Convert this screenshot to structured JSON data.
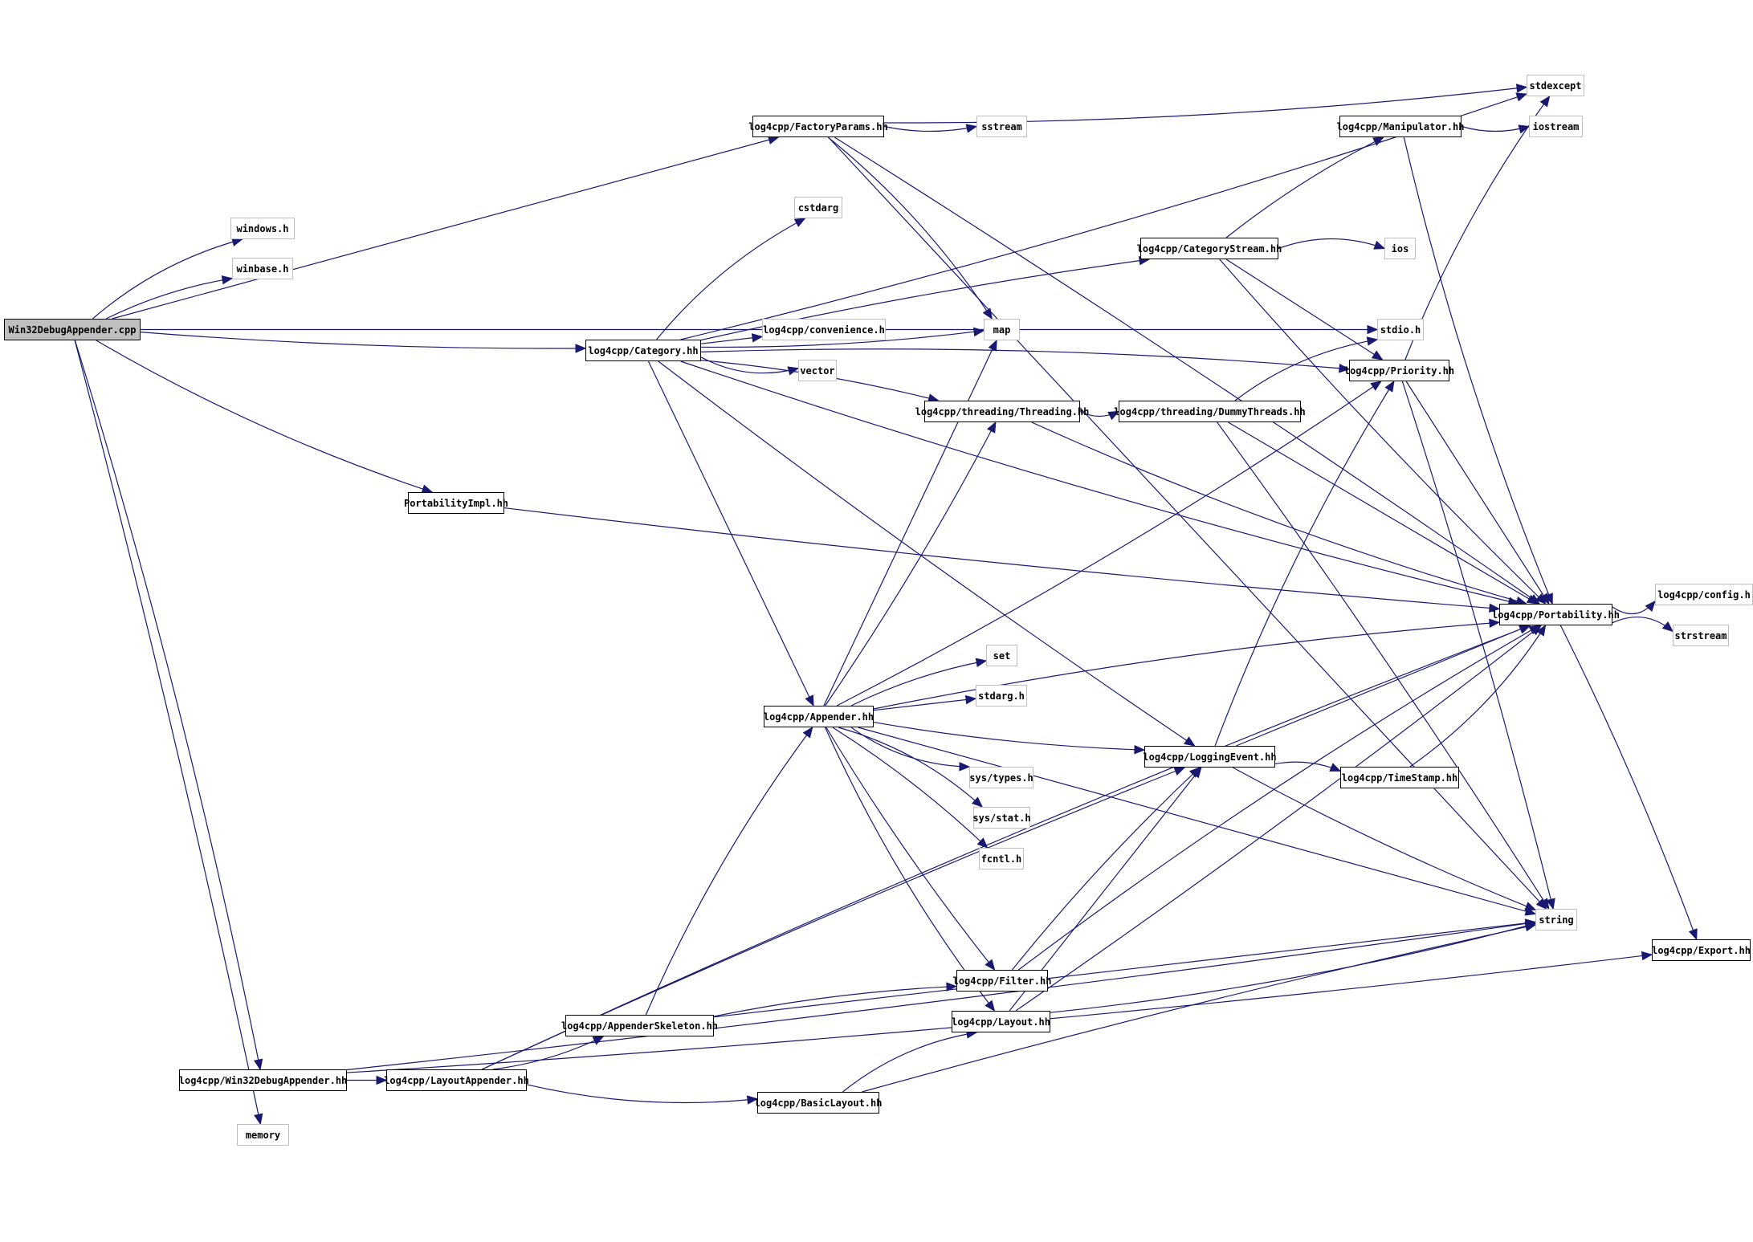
{
  "graph": {
    "title": "Include dependency graph for Win32DebugAppender.cpp",
    "colors": {
      "edge": "#191970",
      "root_fill": "#bfbfbf",
      "system_border": "#bfbfbf",
      "local_border": "#000000"
    },
    "nodes": [
      {
        "id": "root",
        "label": "Win32DebugAppender.cpp",
        "kind": "root"
      },
      {
        "id": "windows",
        "label": "windows.h",
        "kind": "system"
      },
      {
        "id": "winbase",
        "label": "winbase.h",
        "kind": "system"
      },
      {
        "id": "factoryparams",
        "label": "log4cpp/FactoryParams.hh",
        "kind": "local"
      },
      {
        "id": "sstream",
        "label": "sstream",
        "kind": "system"
      },
      {
        "id": "stdexcept",
        "label": "stdexcept",
        "kind": "system"
      },
      {
        "id": "manipulator",
        "label": "log4cpp/Manipulator.hh",
        "kind": "local"
      },
      {
        "id": "iostream",
        "label": "iostream",
        "kind": "system"
      },
      {
        "id": "cstdarg",
        "label": "cstdarg",
        "kind": "system"
      },
      {
        "id": "categorystream",
        "label": "log4cpp/CategoryStream.hh",
        "kind": "local"
      },
      {
        "id": "ios",
        "label": "ios",
        "kind": "system"
      },
      {
        "id": "category",
        "label": "log4cpp/Category.hh",
        "kind": "local"
      },
      {
        "id": "convenience",
        "label": "log4cpp/convenience.h",
        "kind": "system"
      },
      {
        "id": "map",
        "label": "map",
        "kind": "system"
      },
      {
        "id": "stdio",
        "label": "stdio.h",
        "kind": "system"
      },
      {
        "id": "vector",
        "label": "vector",
        "kind": "system"
      },
      {
        "id": "priority",
        "label": "log4cpp/Priority.hh",
        "kind": "local"
      },
      {
        "id": "threading",
        "label": "log4cpp/threading/Threading.hh",
        "kind": "local"
      },
      {
        "id": "dummythreads",
        "label": "log4cpp/threading/DummyThreads.hh",
        "kind": "local"
      },
      {
        "id": "portabilityimpl",
        "label": "PortabilityImpl.hh",
        "kind": "local"
      },
      {
        "id": "portability",
        "label": "log4cpp/Portability.hh",
        "kind": "local"
      },
      {
        "id": "config",
        "label": "log4cpp/config.h",
        "kind": "system"
      },
      {
        "id": "strstream",
        "label": "strstream",
        "kind": "system"
      },
      {
        "id": "set",
        "label": "set",
        "kind": "system"
      },
      {
        "id": "stdarg",
        "label": "stdarg.h",
        "kind": "system"
      },
      {
        "id": "appender",
        "label": "log4cpp/Appender.hh",
        "kind": "local"
      },
      {
        "id": "loggingevent",
        "label": "log4cpp/LoggingEvent.hh",
        "kind": "local"
      },
      {
        "id": "timestamp",
        "label": "log4cpp/TimeStamp.hh",
        "kind": "local"
      },
      {
        "id": "systypes",
        "label": "sys/types.h",
        "kind": "system"
      },
      {
        "id": "sysstat",
        "label": "sys/stat.h",
        "kind": "system"
      },
      {
        "id": "fcntl",
        "label": "fcntl.h",
        "kind": "system"
      },
      {
        "id": "string",
        "label": "string",
        "kind": "system"
      },
      {
        "id": "export",
        "label": "log4cpp/Export.hh",
        "kind": "local"
      },
      {
        "id": "filter",
        "label": "log4cpp/Filter.hh",
        "kind": "local"
      },
      {
        "id": "appenderskeleton",
        "label": "log4cpp/AppenderSkeleton.hh",
        "kind": "local"
      },
      {
        "id": "layout",
        "label": "log4cpp/Layout.hh",
        "kind": "local"
      },
      {
        "id": "win32debugappender",
        "label": "log4cpp/Win32DebugAppender.hh",
        "kind": "local"
      },
      {
        "id": "layoutappender",
        "label": "log4cpp/LayoutAppender.hh",
        "kind": "local"
      },
      {
        "id": "basiclayout",
        "label": "log4cpp/BasicLayout.hh",
        "kind": "local"
      },
      {
        "id": "memory",
        "label": "memory",
        "kind": "system"
      }
    ],
    "edges": [
      [
        "root",
        "windows"
      ],
      [
        "root",
        "winbase"
      ],
      [
        "root",
        "factoryparams"
      ],
      [
        "root",
        "category"
      ],
      [
        "root",
        "portabilityimpl"
      ],
      [
        "root",
        "win32debugappender"
      ],
      [
        "root",
        "memory"
      ],
      [
        "root",
        "stdio"
      ],
      [
        "factoryparams",
        "sstream"
      ],
      [
        "factoryparams",
        "stdexcept"
      ],
      [
        "factoryparams",
        "map"
      ],
      [
        "factoryparams",
        "portability"
      ],
      [
        "factoryparams",
        "string"
      ],
      [
        "manipulator",
        "iostream"
      ],
      [
        "manipulator",
        "portability"
      ],
      [
        "categorystream",
        "ios"
      ],
      [
        "categorystream",
        "manipulator"
      ],
      [
        "categorystream",
        "priority"
      ],
      [
        "categorystream",
        "portability"
      ],
      [
        "category",
        "stdexcept"
      ],
      [
        "category",
        "cstdarg"
      ],
      [
        "category",
        "categorystream"
      ],
      [
        "category",
        "convenience"
      ],
      [
        "category",
        "map"
      ],
      [
        "category",
        "vector"
      ],
      [
        "category",
        "priority"
      ],
      [
        "category",
        "threading"
      ],
      [
        "category",
        "appender"
      ],
      [
        "category",
        "loggingevent"
      ],
      [
        "category",
        "portability"
      ],
      [
        "priority",
        "stdexcept"
      ],
      [
        "priority",
        "string"
      ],
      [
        "priority",
        "portability"
      ],
      [
        "threading",
        "dummythreads"
      ],
      [
        "threading",
        "portability"
      ],
      [
        "dummythreads",
        "stdio"
      ],
      [
        "dummythreads",
        "string"
      ],
      [
        "dummythreads",
        "portability"
      ],
      [
        "portabilityimpl",
        "portability"
      ],
      [
        "portability",
        "config"
      ],
      [
        "portability",
        "strstream"
      ],
      [
        "portability",
        "export"
      ],
      [
        "appender",
        "map"
      ],
      [
        "appender",
        "threading"
      ],
      [
        "appender",
        "priority"
      ],
      [
        "appender",
        "portability"
      ],
      [
        "appender",
        "set"
      ],
      [
        "appender",
        "stdarg"
      ],
      [
        "appender",
        "loggingevent"
      ],
      [
        "appender",
        "systypes"
      ],
      [
        "appender",
        "sysstat"
      ],
      [
        "appender",
        "fcntl"
      ],
      [
        "appender",
        "string"
      ],
      [
        "appender",
        "filter"
      ],
      [
        "appender",
        "layout"
      ],
      [
        "loggingevent",
        "priority"
      ],
      [
        "loggingevent",
        "timestamp"
      ],
      [
        "loggingevent",
        "portability"
      ],
      [
        "loggingevent",
        "string"
      ],
      [
        "timestamp",
        "portability"
      ],
      [
        "filter",
        "portability"
      ],
      [
        "filter",
        "loggingevent"
      ],
      [
        "layout",
        "loggingevent"
      ],
      [
        "layout",
        "portability"
      ],
      [
        "layout",
        "string"
      ],
      [
        "appenderskeleton",
        "appender"
      ],
      [
        "appenderskeleton",
        "filter"
      ],
      [
        "appenderskeleton",
        "string"
      ],
      [
        "layoutappender",
        "appenderskeleton"
      ],
      [
        "layoutappender",
        "basiclayout"
      ],
      [
        "layoutappender",
        "portability"
      ],
      [
        "layoutappender",
        "loggingevent"
      ],
      [
        "win32debugappender",
        "layoutappender"
      ],
      [
        "win32debugappender",
        "string"
      ],
      [
        "win32debugappender",
        "export"
      ],
      [
        "basiclayout",
        "layout"
      ],
      [
        "basiclayout",
        "string"
      ]
    ]
  }
}
